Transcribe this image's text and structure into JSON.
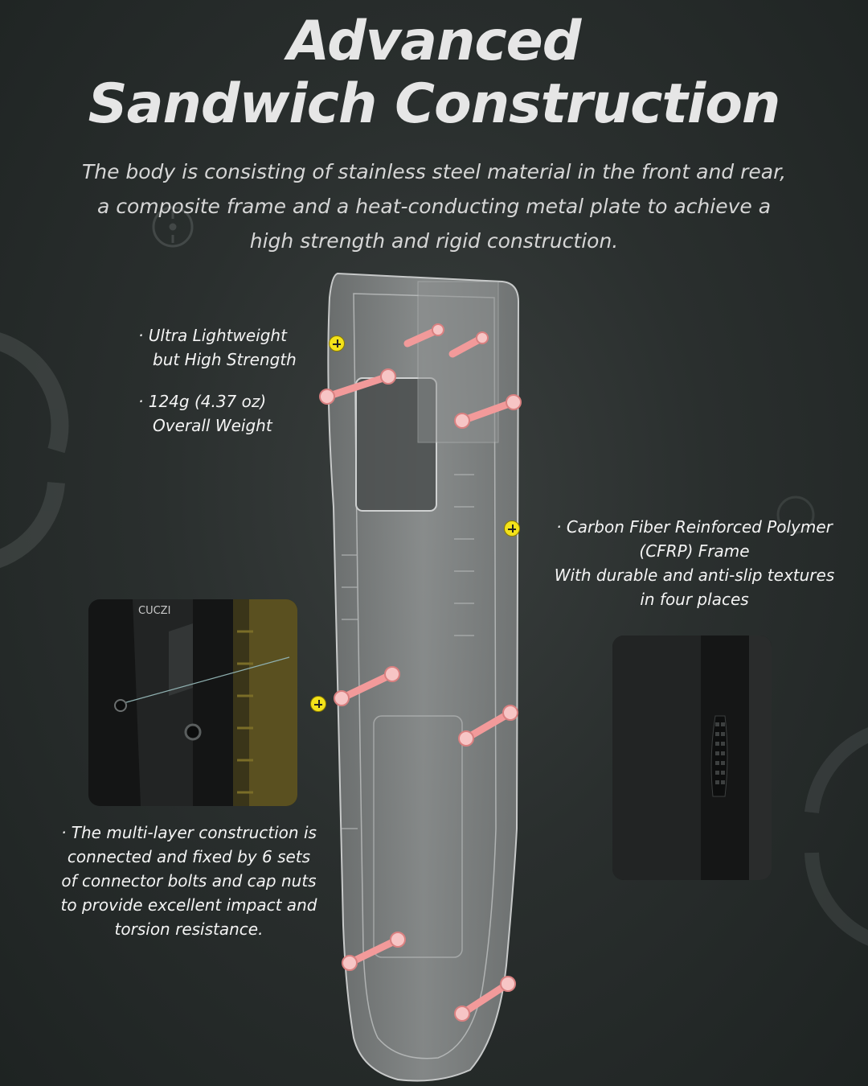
{
  "header": {
    "title_line1": "Advanced",
    "title_line2": "Sandwich Construction",
    "subtitle_lines": [
      "The body is consisting of stainless steel material in the front and rear,",
      "a composite frame and a heat-conducting metal plate to achieve a",
      "high strength and rigid construction."
    ]
  },
  "callouts": {
    "ultra": [
      "· Ultra Lightweight",
      "but High Strength"
    ],
    "weight": [
      "· 124g (4.37 oz)",
      "Overall Weight"
    ],
    "cfrp": [
      "· Carbon Fiber Reinforced Polymer",
      "(CFRP) Frame",
      "With durable and anti-slip textures",
      "in four places"
    ],
    "multi": [
      "· The multi-layer construction is",
      "connected and fixed by 6 sets",
      "of connector bolts and cap nuts",
      "to provide excellent impact and",
      "torsion resistance."
    ]
  },
  "inset_left": {
    "engraving": "CUCZI"
  },
  "colors": {
    "marker": "#f3e21a",
    "screw_highlight": "#f29a9a",
    "background": "#2a2f2e",
    "device_body": "#8f9292"
  },
  "icons": [
    "plus-marker-icon",
    "crosshair-decoration-icon"
  ]
}
